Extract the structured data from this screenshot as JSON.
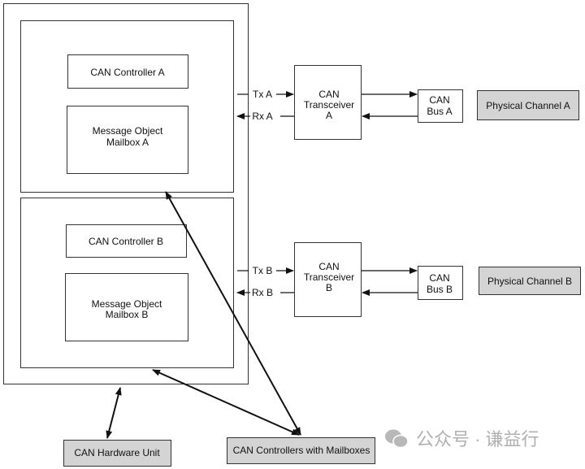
{
  "unit_a": {
    "controller": "CAN Controller A",
    "mailbox_line1": "Message Object",
    "mailbox_line2": "Mailbox A",
    "tx": "Tx A",
    "rx": "Rx A",
    "transceiver_line1": "CAN",
    "transceiver_line2": "Transceiver",
    "transceiver_line3": "A",
    "bus_line1": "CAN",
    "bus_line2": "Bus A",
    "channel": "Physical Channel A"
  },
  "unit_b": {
    "controller": "CAN Controller B",
    "mailbox_line1": "Message Object",
    "mailbox_line2": "Mailbox B",
    "tx": "Tx B",
    "rx": "Rx B",
    "transceiver_line1": "CAN",
    "transceiver_line2": "Transceiver",
    "transceiver_line3": "B",
    "bus_line1": "CAN",
    "bus_line2": "Bus B",
    "channel": "Physical Channel B"
  },
  "bottom": {
    "hardware_unit": "CAN Hardware Unit",
    "controllers_with_mailboxes": "CAN Controllers with Mailboxes"
  },
  "watermark": {
    "text": "公众号 · 谦益行",
    "icon": "wechat-icon"
  }
}
